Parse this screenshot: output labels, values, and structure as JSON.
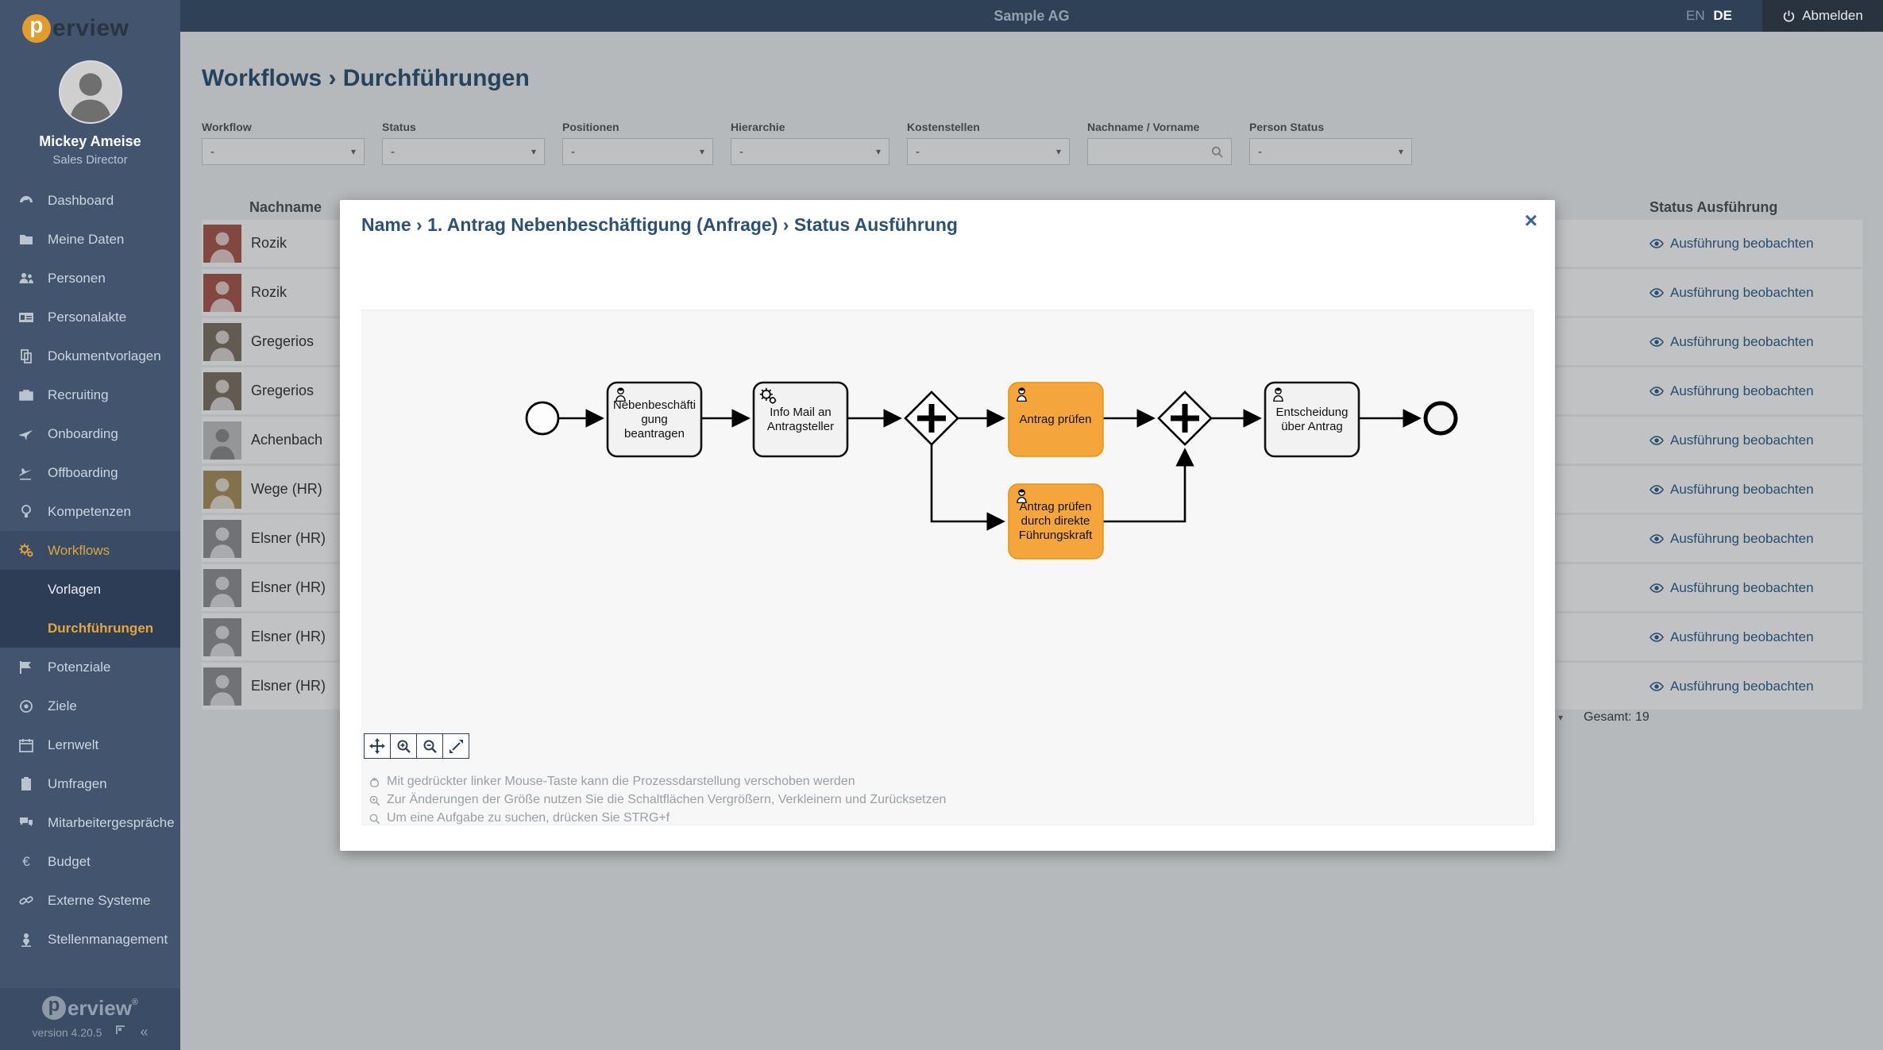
{
  "topbar": {
    "company": "Sample AG",
    "lang_en": "EN",
    "lang_de": "DE",
    "logout": "Abmelden"
  },
  "icons": {
    "caret": "▾",
    "collapse": "«"
  },
  "sidebar": {
    "logo_p": "p",
    "logo_rest": "erview",
    "user": {
      "name": "Mickey Ameise",
      "role": "Sales Director"
    },
    "items": [
      {
        "label": "Dashboard",
        "icon": "dashboard"
      },
      {
        "label": "Meine Daten",
        "icon": "folder"
      },
      {
        "label": "Personen",
        "icon": "users"
      },
      {
        "label": "Personalakte",
        "icon": "id-card"
      },
      {
        "label": "Dokumentvorlagen",
        "icon": "documents"
      },
      {
        "label": "Recruiting",
        "icon": "briefcase"
      },
      {
        "label": "Onboarding",
        "icon": "plane"
      },
      {
        "label": "Offboarding",
        "icon": "plane-departure"
      },
      {
        "label": "Kompetenzen",
        "icon": "lightbulb"
      },
      {
        "label": "Workflows",
        "icon": "gears",
        "active": true
      },
      {
        "label": "Potenziale",
        "icon": "flag"
      },
      {
        "label": "Ziele",
        "icon": "target"
      },
      {
        "label": "Lernwelt",
        "icon": "calendar"
      },
      {
        "label": "Umfragen",
        "icon": "clipboard"
      },
      {
        "label": "Mitarbeitergespräche",
        "icon": "comments"
      },
      {
        "label": "Budget",
        "icon": "euro"
      },
      {
        "label": "Externe Systeme",
        "icon": "link"
      },
      {
        "label": "Stellenmanagement",
        "icon": "person-pin"
      }
    ],
    "sub": [
      {
        "label": "Vorlagen"
      },
      {
        "label": "Durchführungen",
        "active": true
      }
    ],
    "footer": {
      "version": "version 4.20.5"
    }
  },
  "page": {
    "title": "Workflows › Durchführungen"
  },
  "filters": [
    {
      "label": "Workflow",
      "value": "-"
    },
    {
      "label": "Status",
      "value": "-"
    },
    {
      "label": "Positionen",
      "value": "-"
    },
    {
      "label": "Hierarchie",
      "value": "-"
    },
    {
      "label": "Kostenstellen",
      "value": "-"
    },
    {
      "label": "Nachname / Vorname",
      "value": "",
      "type": "search"
    },
    {
      "label": "Person Status",
      "value": "-"
    }
  ],
  "table": {
    "col_nachname": "Nachname",
    "col_status": "Status Ausführung",
    "rows": [
      {
        "name": "Rozik",
        "status": "Ausführung beobachten",
        "avatar_style": "background:#a8574a"
      },
      {
        "name": "Rozik",
        "status": "Ausführung beobachten",
        "avatar_style": "background:#a8574a"
      },
      {
        "name": "Gregerios",
        "status": "Ausführung beobachten",
        "avatar_style": "background:#7d7262"
      },
      {
        "name": "Gregerios",
        "status": "Ausführung beobachten",
        "avatar_style": "background:#7d7262"
      },
      {
        "name": "Achenbach",
        "status": "Ausführung beobachten",
        "avatar_style": "background:#c2c2c2"
      },
      {
        "name": "Wege (HR)",
        "status": "Ausführung beobachten",
        "avatar_style": "background:#a98f5e"
      },
      {
        "name": "Elsner (HR)",
        "status": "Ausführung beobachten",
        "avatar_style": "background:#8f9194"
      },
      {
        "name": "Elsner (HR)",
        "status": "Ausführung beobachten",
        "avatar_style": "background:#8f9194"
      },
      {
        "name": "Elsner (HR)",
        "status": "Ausführung beobachten",
        "avatar_style": "background:#8f9194"
      },
      {
        "name": "Elsner (HR)",
        "status": "Ausführung beobachten",
        "avatar_style": "background:#8f9194"
      }
    ]
  },
  "pagination": {
    "total": "Gesamt: 19"
  },
  "modal": {
    "title": "Name › 1. Antrag Nebenbeschäftigung (Anfrage) › Status Ausführung",
    "close": "×",
    "accent_orange": "#f4a63d",
    "bpmn": {
      "tasks": [
        {
          "lines": [
            "Nebenbeschäfti",
            "gung",
            "beantragen"
          ],
          "type": "user"
        },
        {
          "lines": [
            "Info Mail an",
            "Antragsteller"
          ],
          "type": "service"
        },
        {
          "lines": [
            "Antrag prüfen"
          ],
          "type": "user",
          "highlight": true
        },
        {
          "lines": [
            "Entscheidung",
            "über Antrag"
          ],
          "type": "user"
        },
        {
          "lines": [
            "Antrag prüfen",
            "durch direkte",
            "Führungskraft"
          ],
          "type": "user",
          "highlight": true
        }
      ]
    },
    "help": [
      {
        "text": "Mit gedrückter linker Mouse-Taste kann die Prozessdarstellung verschoben werden"
      },
      {
        "text": "Zur Änderungen der Größe nutzen Sie die Schaltflächen Vergrößern, Verkleinern und Zurücksetzen"
      },
      {
        "text": "Um eine Aufgabe zu suchen, drücken Sie STRG+f"
      }
    ]
  }
}
